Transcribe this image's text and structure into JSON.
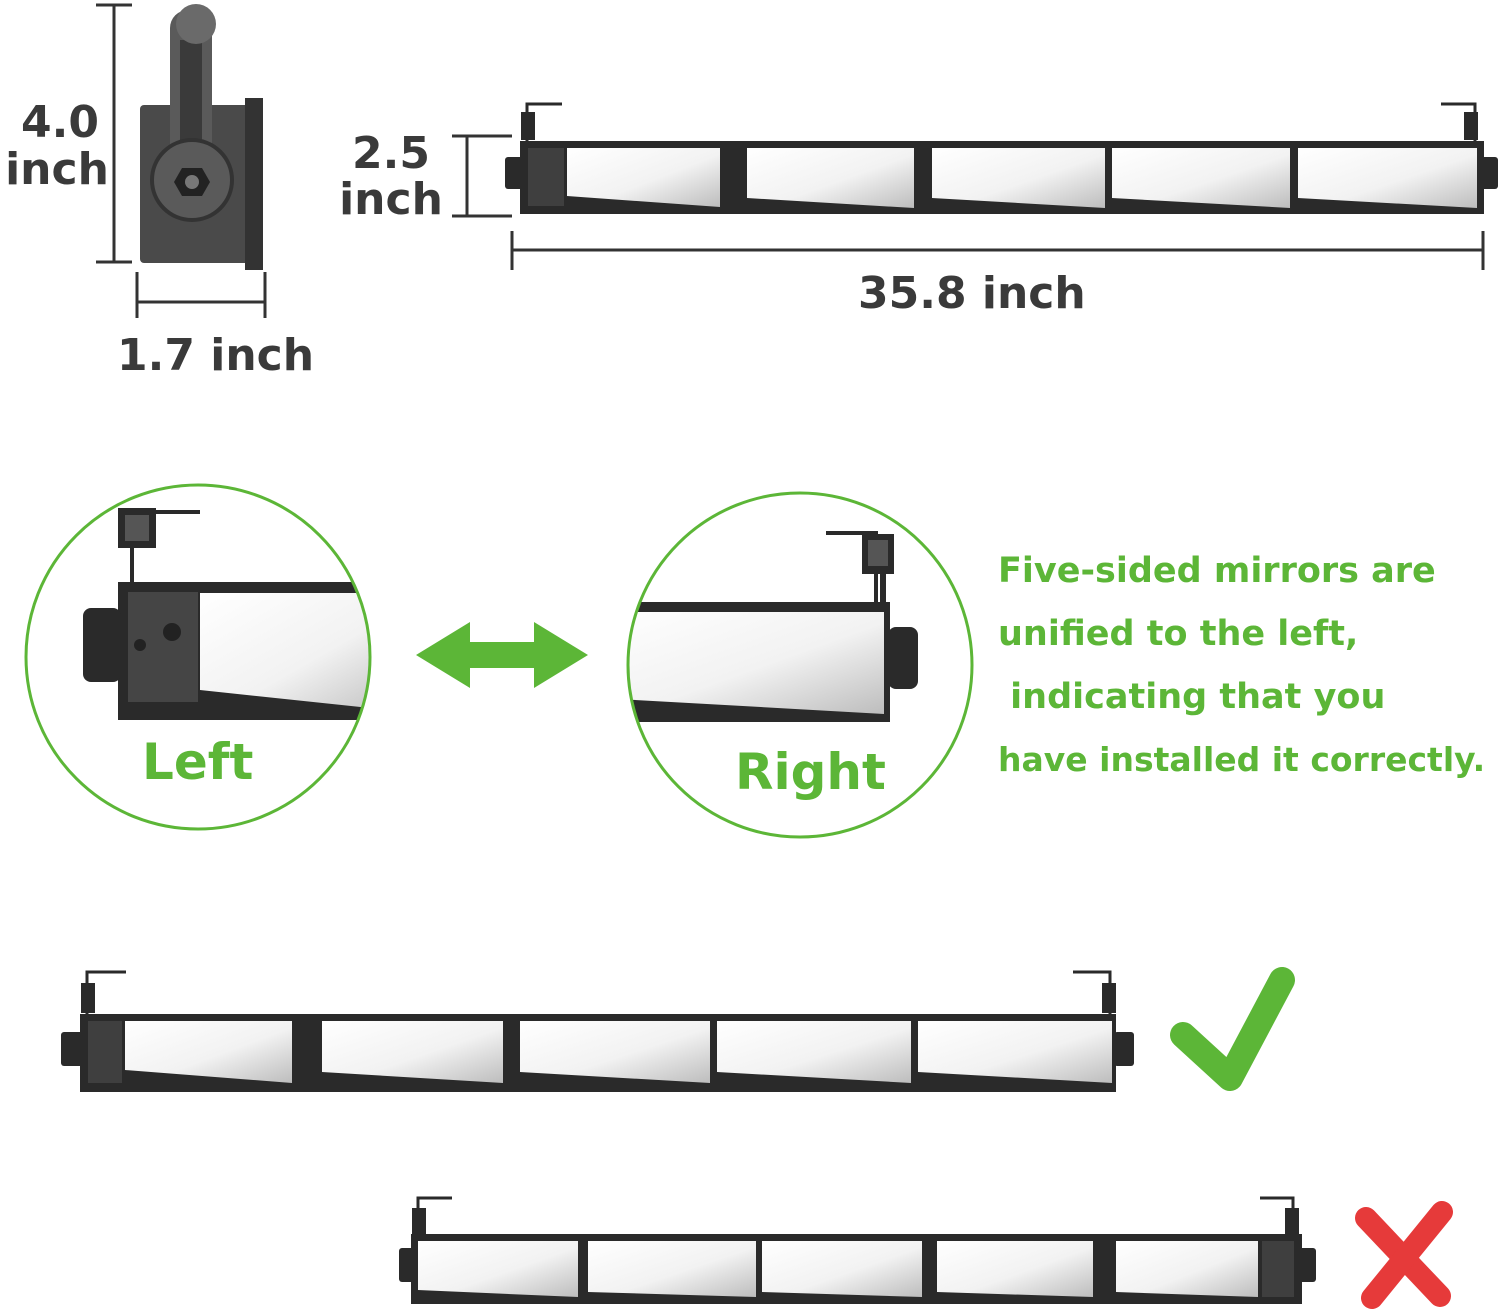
{
  "dimensions": {
    "bracket_height": "4.0",
    "bracket_height_unit": "inch",
    "bracket_width": "1.7 inch",
    "mirror_height": "2.5",
    "mirror_height_unit": "inch",
    "mirror_length": "35.8 inch"
  },
  "orientation": {
    "left_label": "Left",
    "right_label": "Right"
  },
  "callout": {
    "line1": "Five-sided mirrors are",
    "line2": "unified to the left,",
    "line3": " indicating that you",
    "line4": "have installed it correctly."
  },
  "icons": {
    "check": "checkmark-icon",
    "cross": "cross-icon",
    "arrow": "double-arrow-icon"
  },
  "colors": {
    "accent_green": "#5cb637",
    "error_red": "#e63a3a",
    "frame_black": "#2a2a2a",
    "label_gray": "#3a3a3a"
  }
}
